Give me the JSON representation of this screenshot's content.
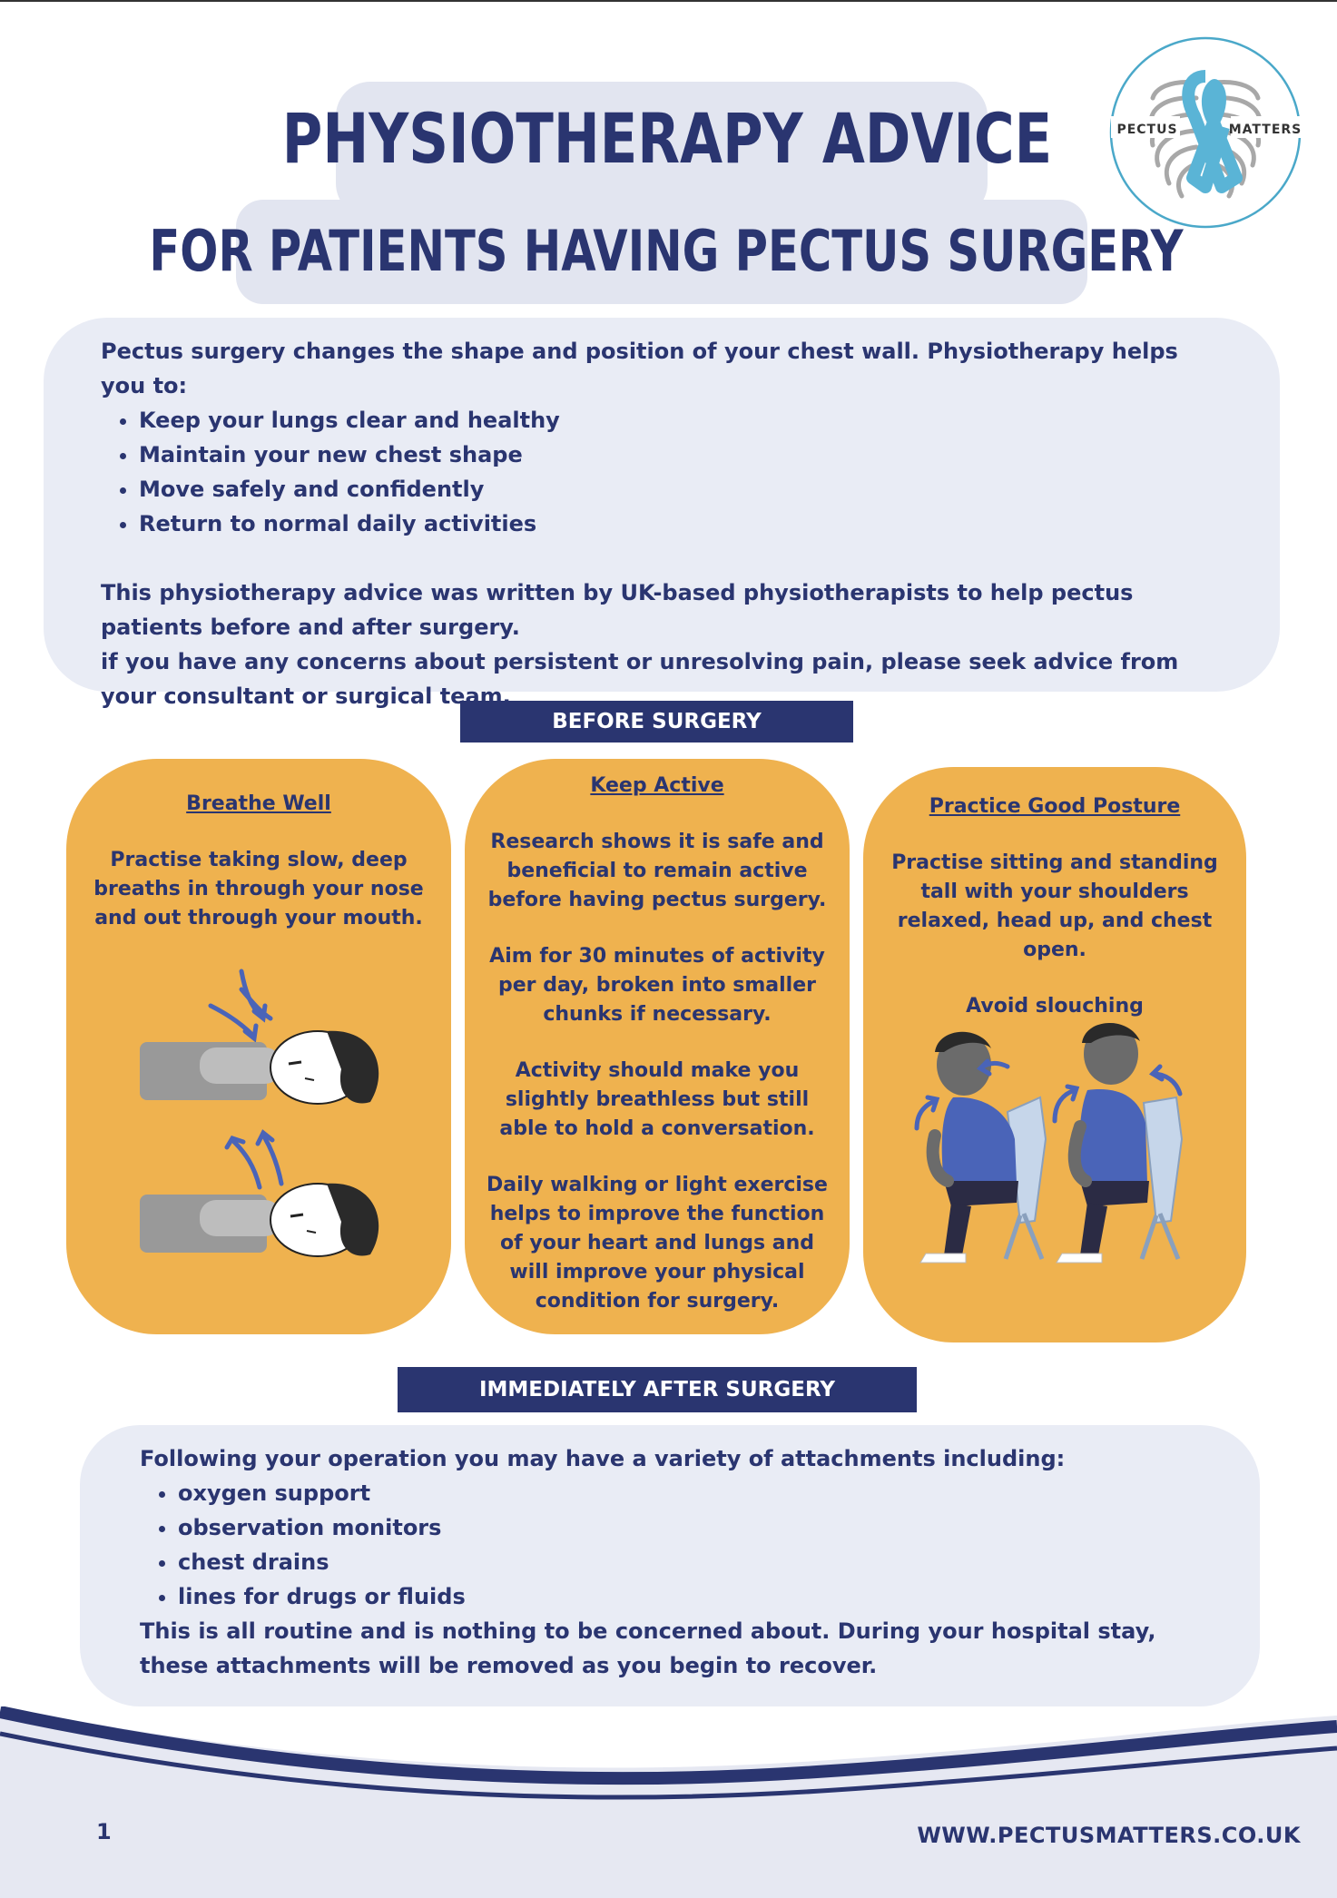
{
  "title": {
    "line1": "PHYSIOTHERAPY ADVICE",
    "line2": "FOR PATIENTS HAVING PECTUS SURGERY"
  },
  "logo": {
    "word_left": "PECTUS",
    "word_right": "MATTERS",
    "ribbon_color": "#5ab4d6",
    "ring_color": "#4aa8c9"
  },
  "intro": {
    "lead": "Pectus surgery changes the shape and position of your chest wall. Physiotherapy helps you to:",
    "bullets": [
      "Keep your lungs clear and healthy",
      "Maintain your new chest shape",
      "Move safely and confidently",
      "Return to normal daily activities"
    ],
    "para1": "This physiotherapy advice was written by UK-based physiotherapists to help pectus patients before and after surgery.",
    "para2": "if you have any concerns about persistent or unresolving pain, please seek advice from your consultant or surgical team."
  },
  "before": {
    "banner": "BEFORE SURGERY",
    "cards": [
      {
        "heading": "Breathe Well",
        "paragraphs": [
          "Practise taking slow, deep breaths in through your nose and out through your mouth."
        ]
      },
      {
        "heading": "Keep Active",
        "paragraphs": [
          "Research shows it is safe and beneficial to remain active before having pectus surgery.",
          "Aim for 30 minutes of activity per day, broken into smaller chunks if necessary.",
          "Activity should make you slightly breathless but still able to hold a conversation.",
          "Daily walking or light exercise helps to improve the function of your heart and lungs and will improve your physical condition for surgery."
        ]
      },
      {
        "heading": "Practice Good Posture",
        "paragraphs": [
          "Practise sitting and standing tall with your shoulders relaxed, head up, and chest open.",
          "Avoid slouching"
        ]
      }
    ]
  },
  "after": {
    "banner": "IMMEDIATELY AFTER SURGERY",
    "lead": "Following your operation you may have a variety of attachments including:",
    "bullets": [
      "oxygen support",
      "observation monitors",
      "chest drains",
      "lines for drugs or fluids"
    ],
    "closing": "This is all routine and is nothing to be concerned about. During your hospital stay, these attachments will be removed as you begin to recover."
  },
  "footer": {
    "page_number": "1",
    "website": "WWW.PECTUSMATTERS.CO.UK"
  },
  "colors": {
    "navy": "#2a3570",
    "card_orange": "#efb24f",
    "panel_bg": "#e9ecf5",
    "title_bg": "#e2e5f0"
  }
}
